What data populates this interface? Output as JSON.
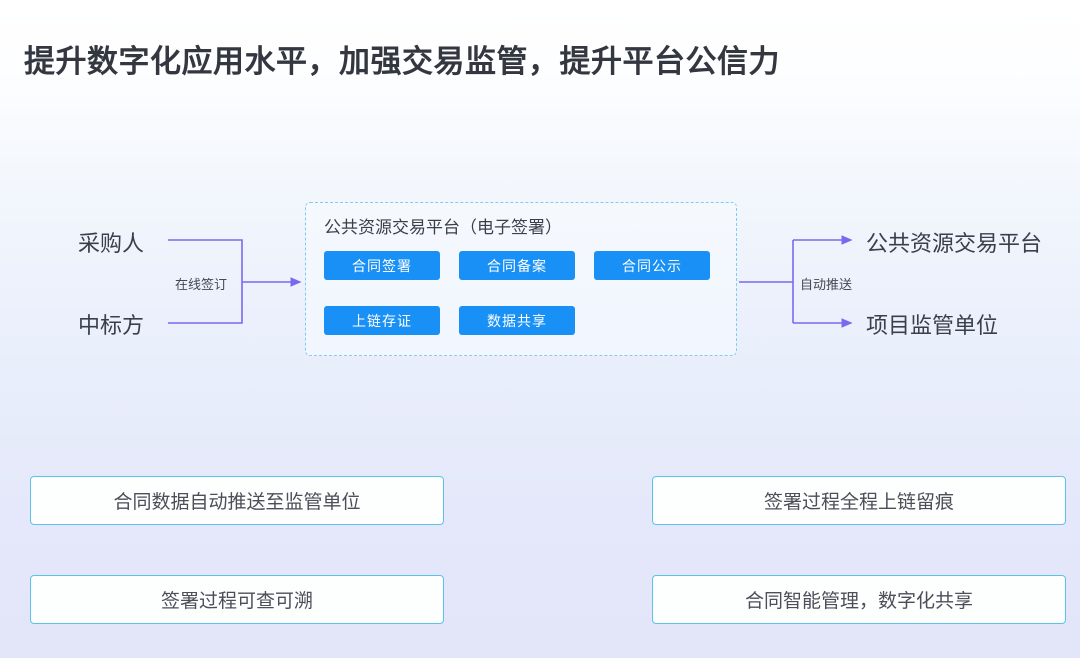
{
  "slide": {
    "title": "提升数字化应用水平，加强交易监管，提升平台公信力",
    "background_top_color": "#ffffff",
    "background_bottom_color": "#e3e5f8",
    "accent_blue": "#1890f5",
    "connector_purple": "#7b68ee",
    "box_border_blue": "#5cc2ea",
    "dashed_border_blue": "#82cbf0"
  },
  "diagram": {
    "inputs": [
      {
        "label": "采购人"
      },
      {
        "label": "中标方"
      }
    ],
    "edge_labels": {
      "input_to_platform": "在线签订",
      "platform_to_outputs": "自动推送"
    },
    "platform": {
      "title": "公共资源交易平台（电子签署）",
      "chips_row_1": [
        {
          "label": "合同签署"
        },
        {
          "label": "合同备案"
        },
        {
          "label": "合同公示"
        }
      ],
      "chips_row_2": [
        {
          "label": "上链存证"
        },
        {
          "label": "数据共享"
        }
      ]
    },
    "outputs": [
      {
        "label": "公共资源交易平台"
      },
      {
        "label": "项目监管单位"
      }
    ]
  },
  "benefits": [
    {
      "label": "合同数据自动推送至监管单位"
    },
    {
      "label": "签署过程全程上链留痕"
    },
    {
      "label": "签署过程可查可溯"
    },
    {
      "label": "合同智能管理，数字化共享"
    }
  ]
}
